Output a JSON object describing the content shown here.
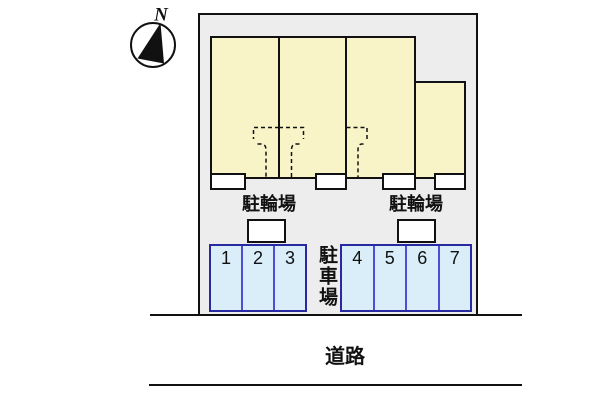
{
  "compass": {
    "north_label": "N"
  },
  "site_plan": {
    "bike_parking_labels": [
      "駐輪場",
      "駐輪場"
    ],
    "car_parking_label": "駐車場",
    "parking_space_numbers_left": [
      "1",
      "2",
      "3"
    ],
    "parking_space_numbers_right": [
      "4",
      "5",
      "6",
      "7"
    ],
    "road_label": "道路"
  },
  "colors": {
    "outline": "#111111",
    "site_fill": "#EDEDED",
    "building_fill": "#F8F4C8",
    "parking_fill": "#D9EEF9",
    "parking_outer_border": "#2A2AA0",
    "parking_divider": "#4D4DD6"
  }
}
